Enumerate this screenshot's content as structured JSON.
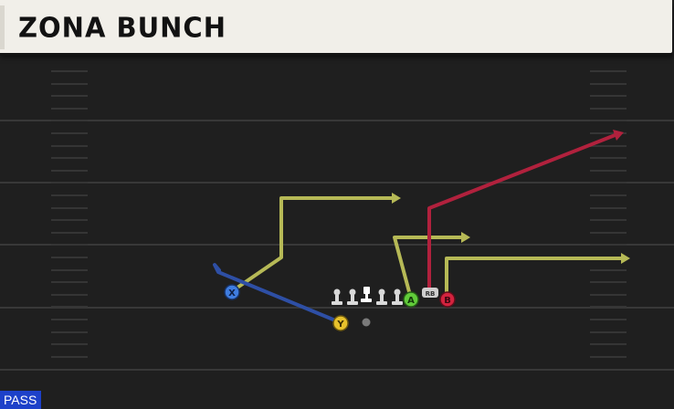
{
  "play": {
    "title": "ZONA BUNCH",
    "type": "PASS"
  },
  "field": {
    "background_color": "#1f1f1f",
    "yard_line_color": "#383838",
    "hash_color": "#3a3a3a"
  },
  "receivers": [
    {
      "label": "X",
      "color": "#3f7de0",
      "icon": "receiver-x-icon"
    },
    {
      "label": "Y",
      "color": "#e7c12c",
      "icon": "receiver-y-icon"
    },
    {
      "label": "A",
      "color": "#61cb3a",
      "icon": "receiver-a-icon"
    },
    {
      "label": "B",
      "color": "#d3233e",
      "icon": "receiver-b-icon"
    }
  ],
  "running_back": {
    "label": "RB",
    "icon": "running-back-icon"
  },
  "quarterback": {
    "icon": "quarterback-icon"
  },
  "route_colors": {
    "x": "#b6b956",
    "y": "#2e4fa5",
    "a": "#b6b956",
    "b_primary": "#b1213d",
    "b_secondary": "#b6b956"
  },
  "offensive_line": {
    "count": 5,
    "icon": "lineman-icon",
    "center_icon": "center-icon"
  }
}
